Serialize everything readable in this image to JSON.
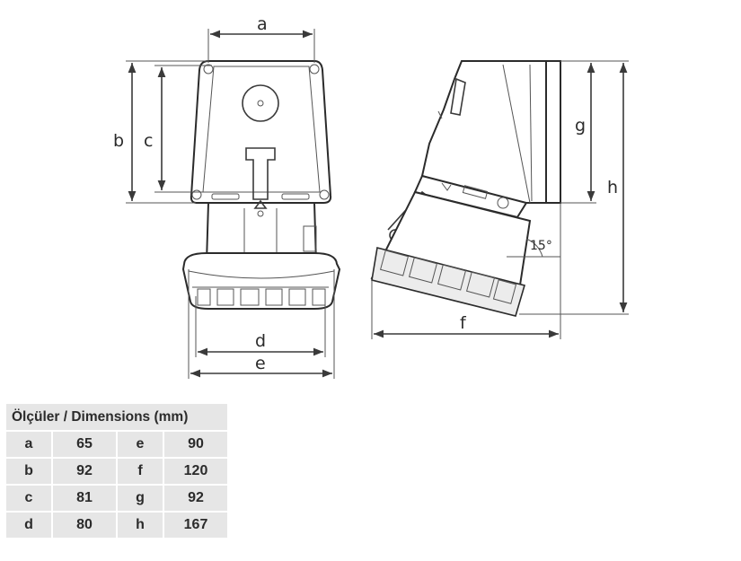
{
  "diagram": {
    "dimension_labels": {
      "a": "a",
      "b": "b",
      "c": "c",
      "d": "d",
      "e": "e",
      "f": "f",
      "g": "g",
      "h": "h"
    },
    "angle_label": "15°"
  },
  "table": {
    "header": "Ölçüler / Dimensions (mm)",
    "rows": [
      {
        "k1": "a",
        "v1": "65",
        "k2": "e",
        "v2": "90"
      },
      {
        "k1": "b",
        "v1": "92",
        "k2": "f",
        "v2": "120"
      },
      {
        "k1": "c",
        "v1": "81",
        "k2": "g",
        "v2": "92"
      },
      {
        "k1": "d",
        "v1": "80",
        "k2": "h",
        "v2": "167"
      }
    ]
  }
}
